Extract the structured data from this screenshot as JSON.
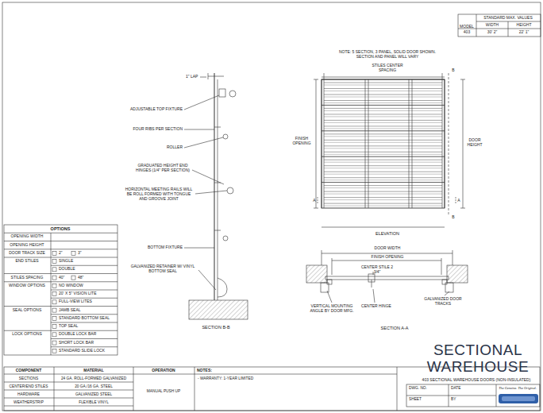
{
  "diagram": {
    "title": "SECTIONAL WAREHOUSE",
    "labels": [
      "MODEL",
      "STANDARD MAX. VALUES",
      "WIDTH",
      "HEIGHT",
      "403",
      "30' 2\"",
      "22' 1\"",
      "NOTE: 5 SECTION, 3 PANEL, SOLID DOOR SHOWN. SECTION AND PANEL WILL VARY",
      "STILES CENTER SPACING",
      "B",
      "B",
      "FINISH OPENING",
      "DOOR HEIGHT",
      "A",
      "A",
      "ELEVATION",
      "1\" LAP",
      "ADJUSTABLE TOP FIXTURE",
      "FOUR RIBS PER SECTION",
      "ROLLER",
      "GRADUATED HEIGHT END HINGES (1/4\" PER SECTION)",
      "HORIZONTAL MEETING RAILS WILL BE ROLL FORMED WITH TONGUE AND GROOVE JOINT",
      "BOTTOM FIXTURE",
      "GALVANIZED RETAINER W/ VINYL BOTTOM SEAL",
      "SECTION B-B",
      "DOOR WIDTH",
      "FINISH OPENING",
      "CENTER STILE 2 3/4\"",
      "VERTICAL MOUNTING ANGLE BY DOOR MFG.",
      "CENTER HINGE",
      "GALVANIZED DOOR TRACKS",
      "SECTION A-A",
      "OPTIONS",
      "OPENING WIDTH",
      "OPENING HEIGHT",
      "DOOR TRACK SIZE",
      "2\"",
      "3\"",
      "END STILES",
      "SINGLE",
      "DOUBLE",
      "STILES SPACING",
      "40\"",
      "48\"",
      "WINDOW OPTIONS",
      "NO WINDOW",
      "20' X 5\" VISION LITE",
      "FULL-VIEW LITES",
      "SEAL OPTIONS",
      "JAMB SEAL",
      "STANDARD BOTTOM SEAL",
      "TOP SEAL",
      "LOCK OPTIONS",
      "DOUBLE LOCK BAR",
      "SHORT LOCK BAR",
      "STANDARD SLIDE LOCK",
      "COMPONENT",
      "MATERIAL",
      "OPERATION",
      "NOTES:",
      "SECTIONS",
      "24 GA. ROLL-FORMED GALVANIZED",
      "CENTER/END STILES",
      "20 GA./16 GA. STEEL",
      "HARDWARE",
      "GALVANIZED STEEL",
      "WEATHERSTRIP",
      "FLEXIBLE VINYL",
      "MANUAL PUSH UP",
      "- WARRANTY: 1-YEAR LIMITED",
      "403 SECTIONAL WAREHOUSE DOORS (NON-INSULATED)",
      "DWG. NO.",
      "DATE",
      "SHEET",
      "BY",
      "The Genuine. The Original."
    ]
  }
}
